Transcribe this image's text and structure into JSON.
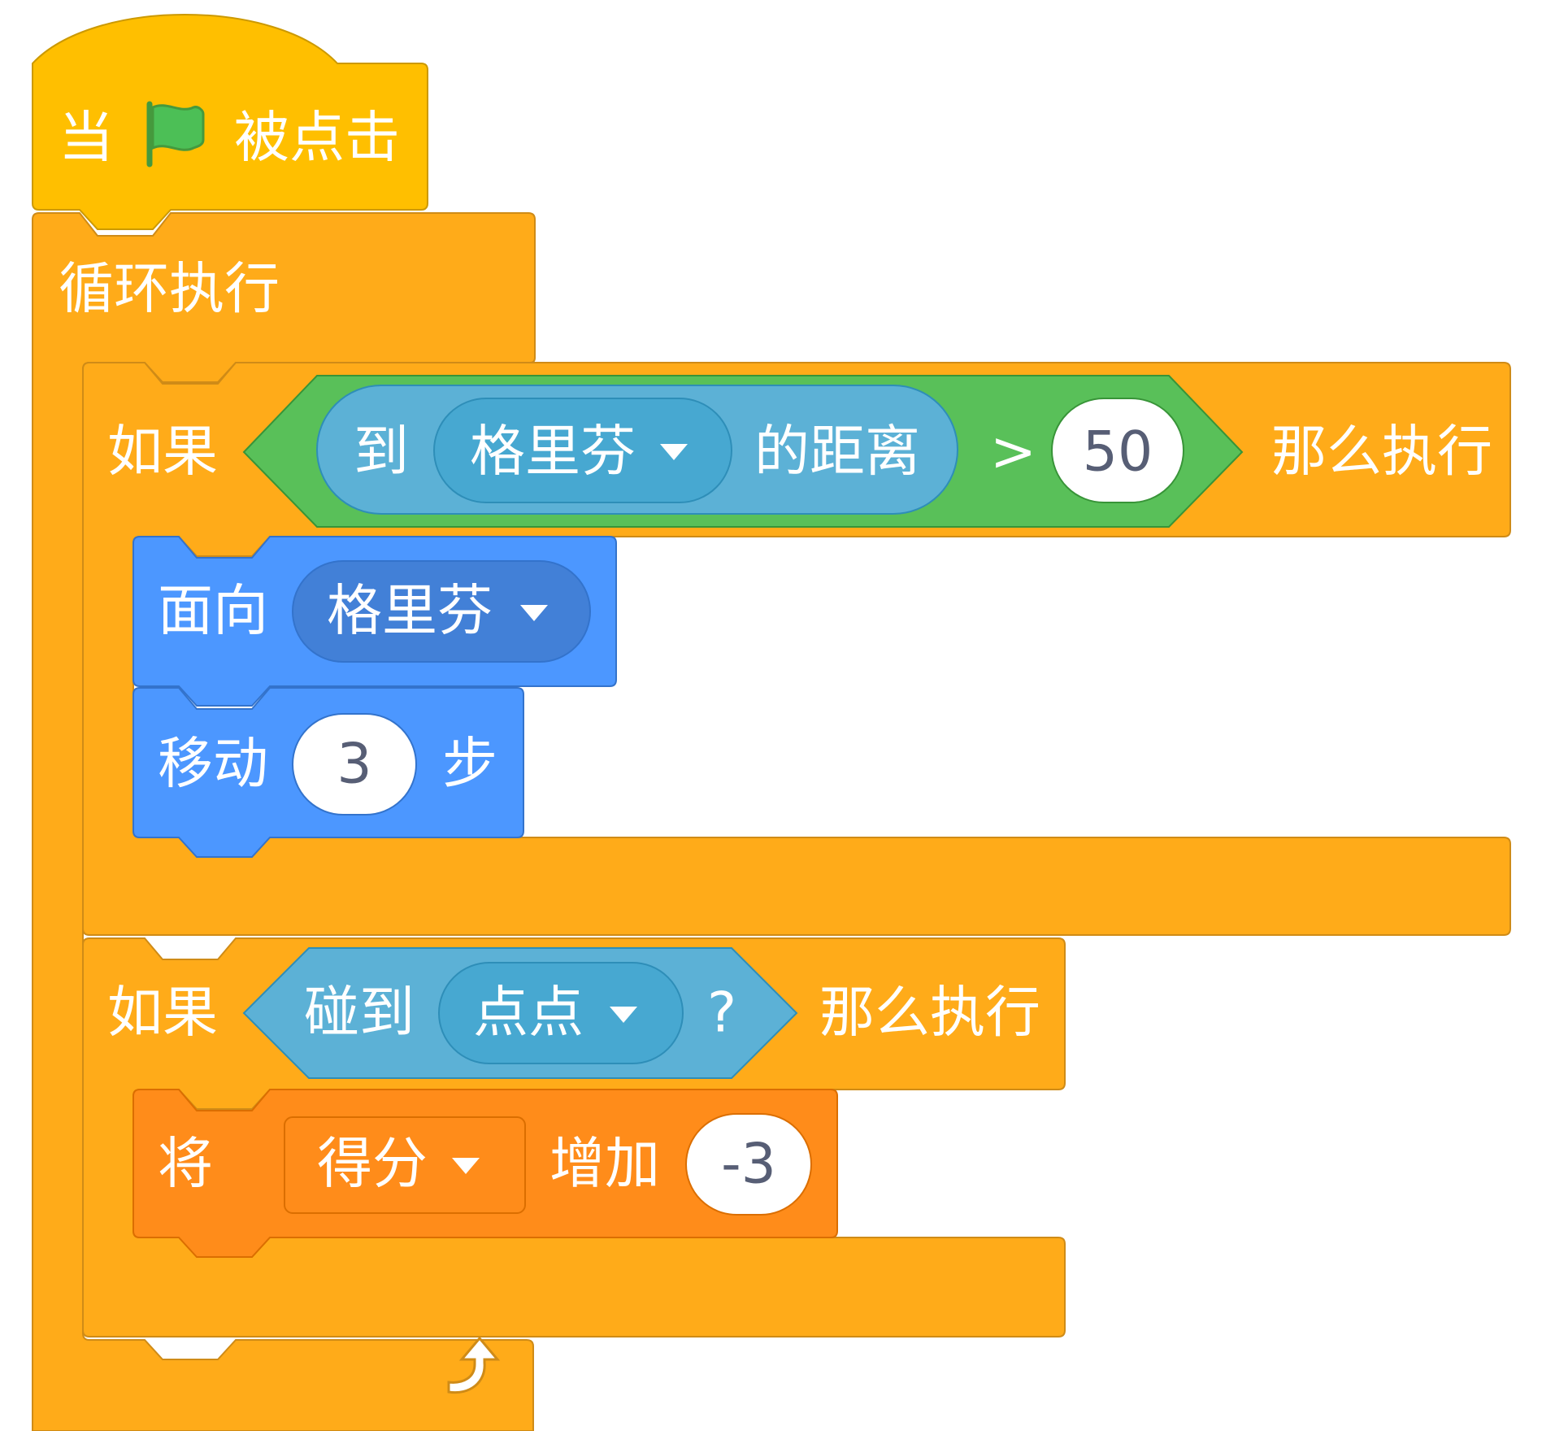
{
  "colors": {
    "events": "#ffbf00",
    "events_edge": "#cc9900",
    "control": "#ffab19",
    "control_edge": "#cf8b17",
    "operators": "#59c059",
    "operators_edge": "#389438",
    "sensing": "#5cb1d6",
    "sensing_menu": "#47a8d1",
    "sensing_edge": "#2e8eb8",
    "motion": "#4c97ff",
    "motion_menu": "#4280d7",
    "motion_edge": "#3373cc",
    "variables": "#ff8c1a",
    "variables_edge": "#db6e00",
    "flag": "#4cbf56",
    "flag_edge": "#45993d"
  },
  "hat": {
    "when": "当",
    "flag_icon": "green-flag-icon",
    "clicked": "被点击"
  },
  "forever": {
    "label": "循环执行",
    "loop_icon": "loop-arrow-icon"
  },
  "if1": {
    "if": "如果",
    "distance_to": "到",
    "target": "格里芬",
    "distance_suffix": "的距离",
    "operator": ">",
    "threshold": "50",
    "then": "那么执行"
  },
  "point_towards": {
    "label": "面向",
    "target": "格里芬"
  },
  "move": {
    "label": "移动",
    "steps": "3",
    "suffix": "步"
  },
  "if2": {
    "if": "如果",
    "touching": "碰到",
    "target": "点点",
    "question": "?",
    "then": "那么执行"
  },
  "change_var": {
    "label": "将",
    "variable": "得分",
    "by": "增加",
    "value": "-3"
  }
}
